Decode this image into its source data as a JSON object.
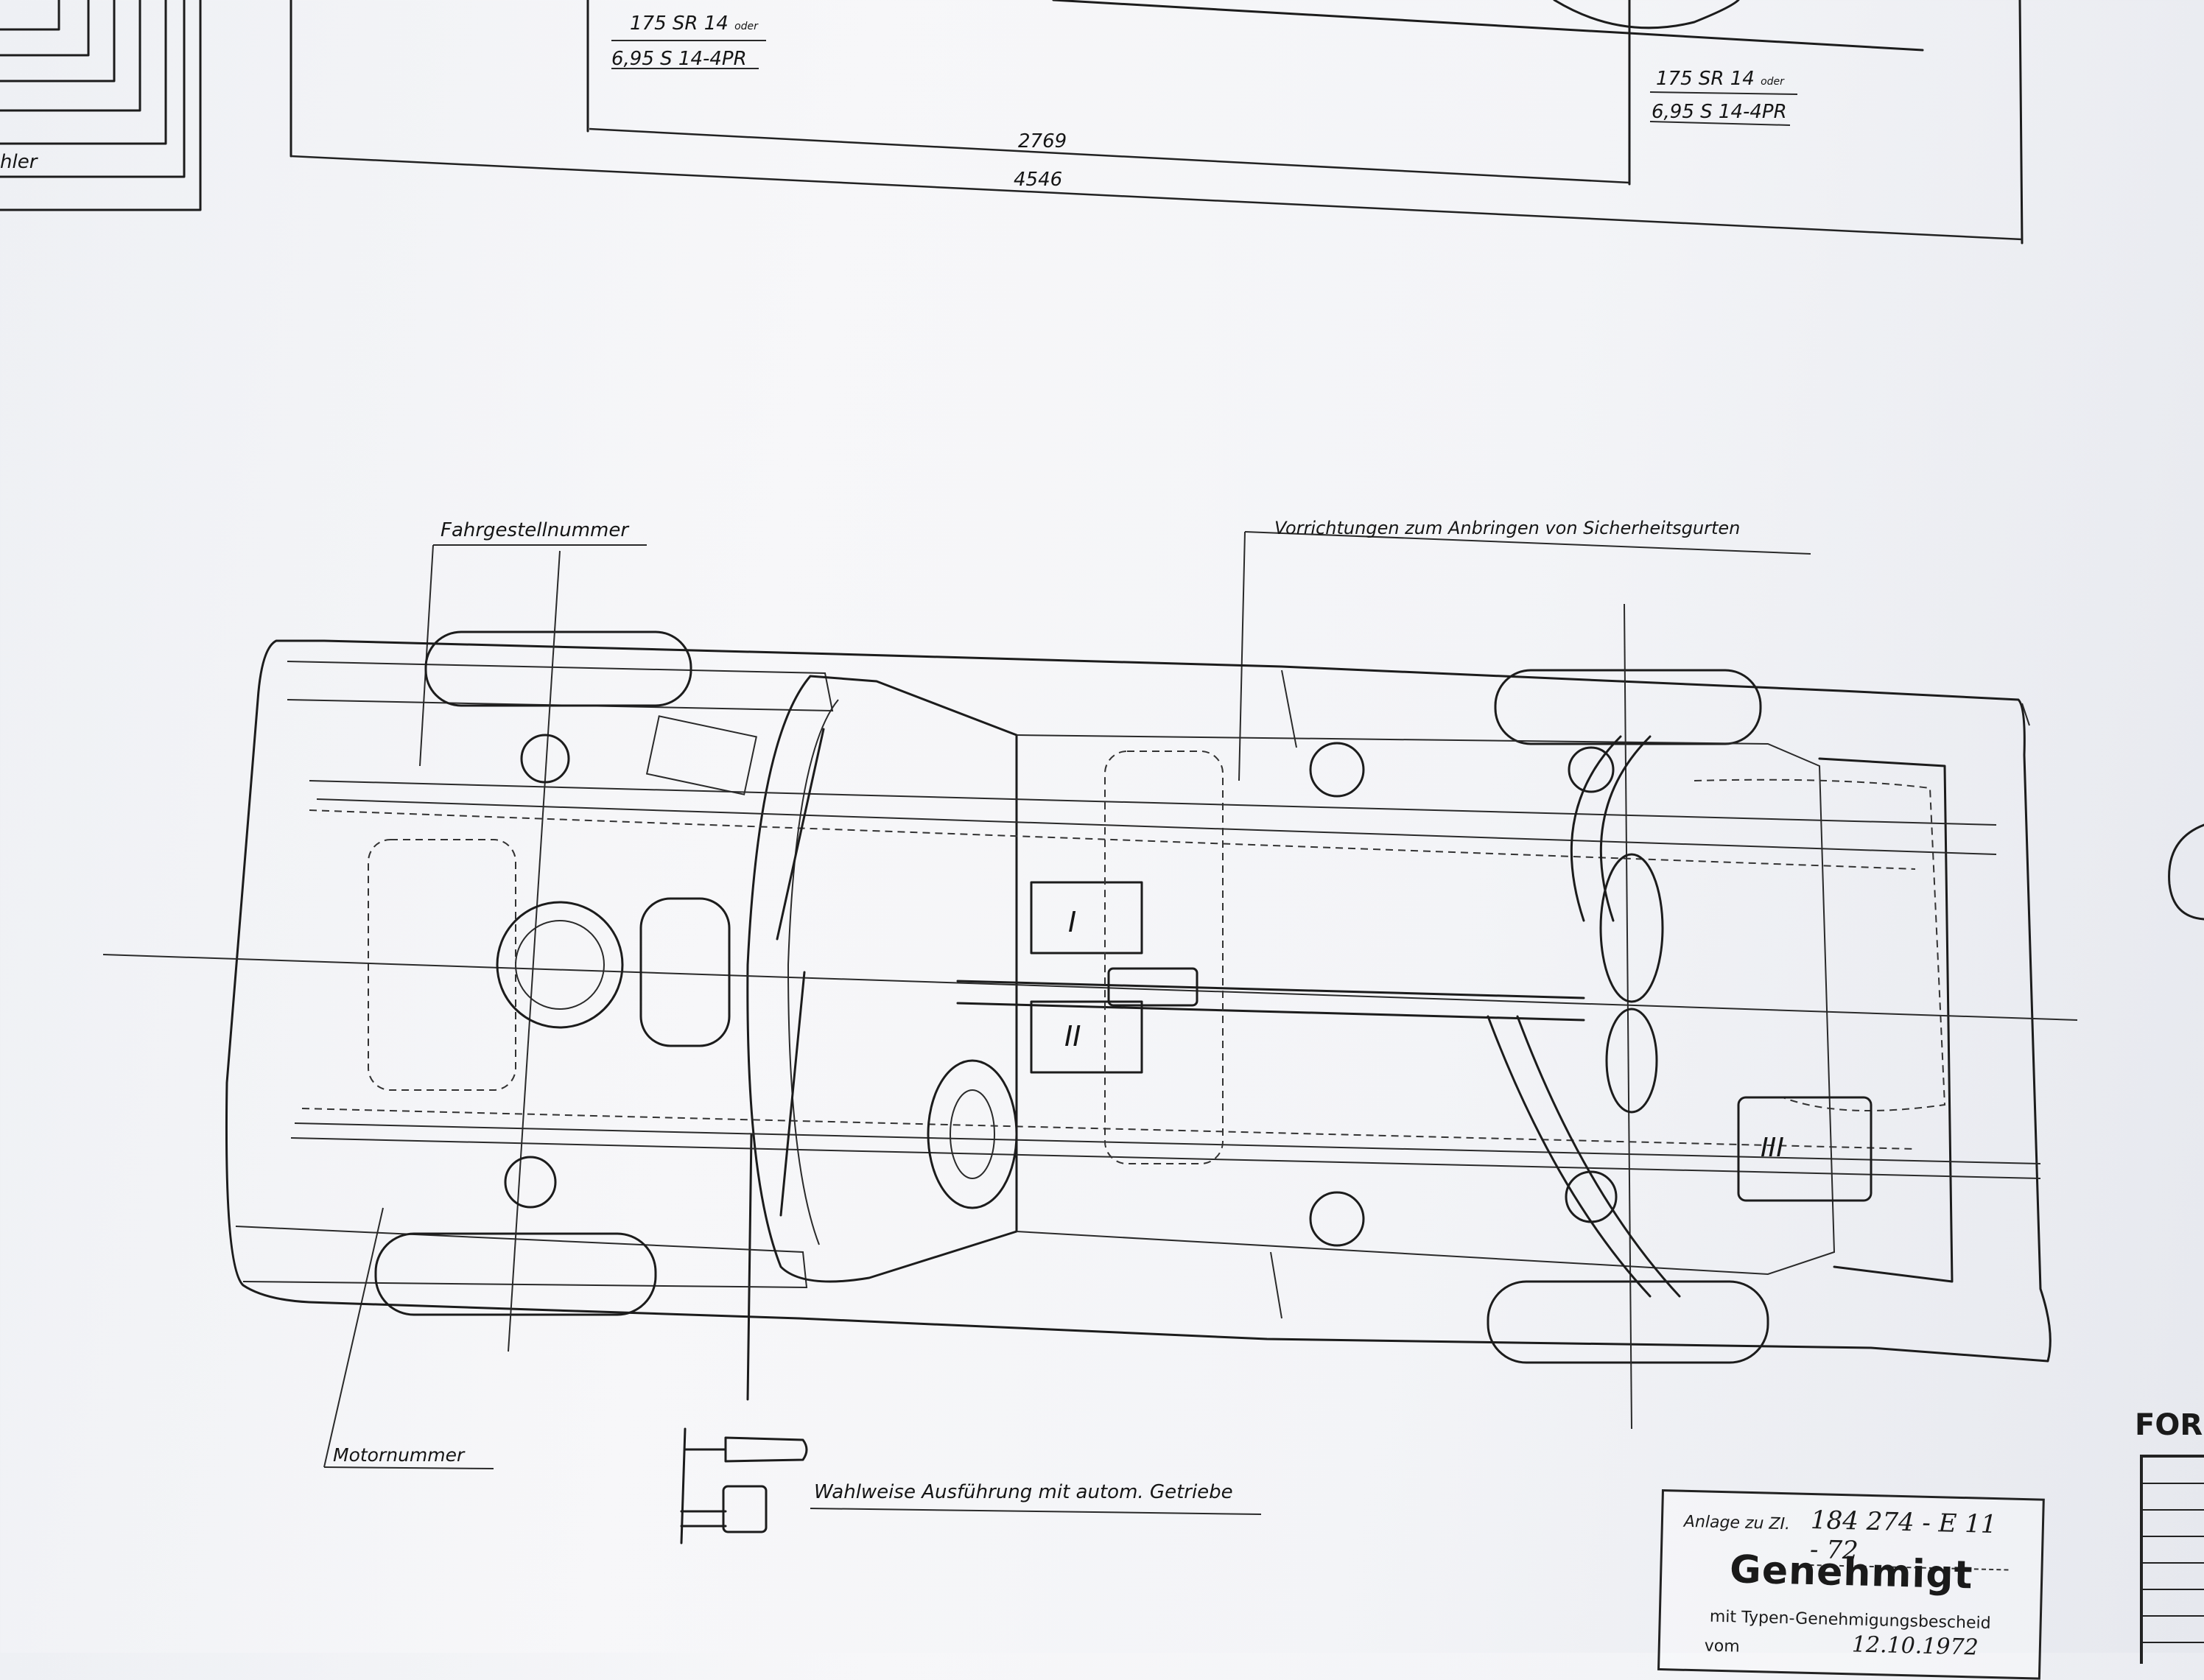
{
  "tire_top_left": {
    "line1": "175 SR 14",
    "line1_suffix": "oder",
    "line2": "6,95 S 14-4PR"
  },
  "tire_top_right": {
    "line1": "175 SR 14",
    "line1_suffix": "oder",
    "line2": "6,95 S 14-4PR"
  },
  "corner_fragment": "hler",
  "dimensions": {
    "wheelbase": "2769",
    "overall_length": "4546"
  },
  "labels": {
    "chassis_number": "Fahrgestellnummer",
    "seatbelt_mounts": "Vorrichtungen zum Anbringen von Sicherheitsgurten",
    "engine_number": "Motornummer",
    "auto_option": "Wahlweise Ausführung mit autom. Getriebe"
  },
  "roman_marks": [
    "I",
    "II",
    "III"
  ],
  "stamp": {
    "ref_label": "Anlage zu ZI.",
    "ref_value": "184 274 - E 11 - 72",
    "title": "Genehmigt",
    "subtitle": "mit Typen-Genehmigungsbescheid",
    "date_label": "vom",
    "date_value": "12.10.1972"
  },
  "form_header": "FOR",
  "colors": {
    "paper": "#f3f4f7",
    "ink": "#1c1c1c"
  }
}
